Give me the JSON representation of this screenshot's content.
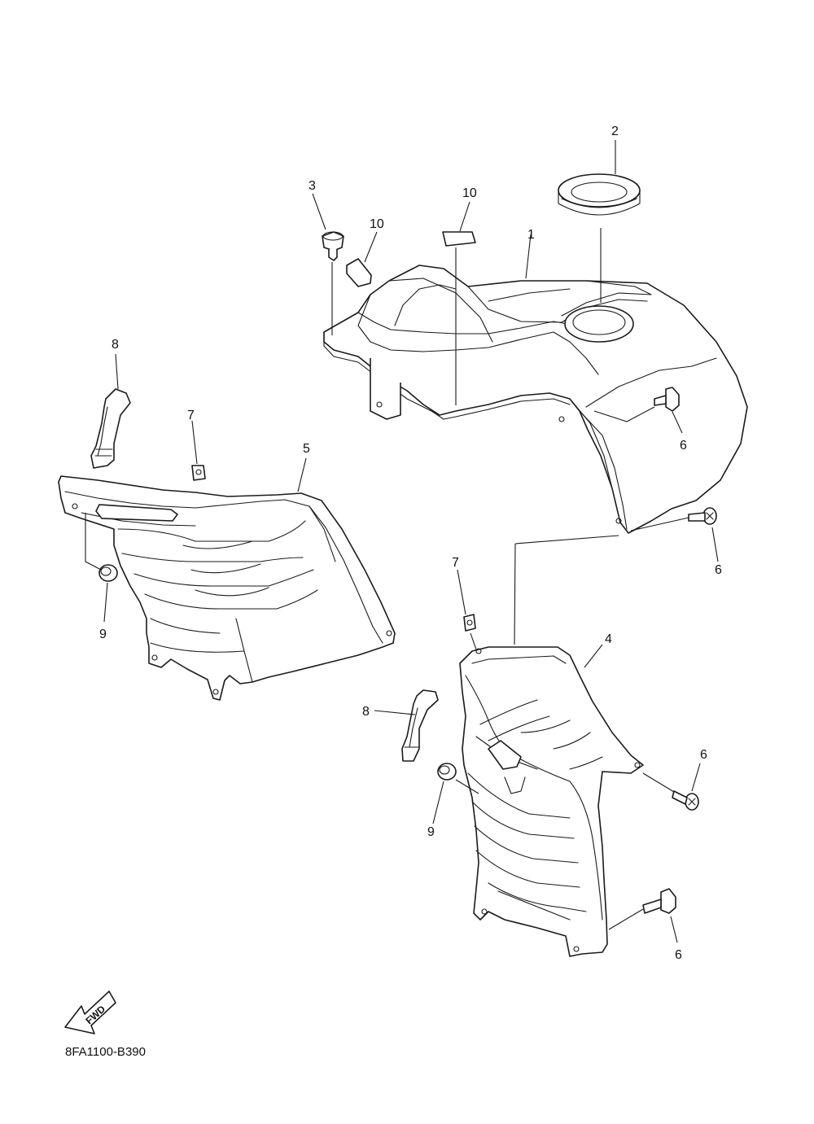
{
  "diagram": {
    "drawing_code": "8FA1100-B390",
    "direction_marker": "FWD",
    "callouts": [
      {
        "id": "c-2",
        "label": "2"
      },
      {
        "id": "c-3",
        "label": "3"
      },
      {
        "id": "c-10a",
        "label": "10"
      },
      {
        "id": "c-10b",
        "label": "10"
      },
      {
        "id": "c-1",
        "label": "1"
      },
      {
        "id": "c-8a",
        "label": "8"
      },
      {
        "id": "c-7a",
        "label": "7"
      },
      {
        "id": "c-5",
        "label": "5"
      },
      {
        "id": "c-6a",
        "label": "6"
      },
      {
        "id": "c-6b",
        "label": "6"
      },
      {
        "id": "c-9a",
        "label": "9"
      },
      {
        "id": "c-7b",
        "label": "7"
      },
      {
        "id": "c-4",
        "label": "4"
      },
      {
        "id": "c-8b",
        "label": "8"
      },
      {
        "id": "c-6c",
        "label": "6"
      },
      {
        "id": "c-9b",
        "label": "9"
      },
      {
        "id": "c-6d",
        "label": "6"
      }
    ]
  }
}
